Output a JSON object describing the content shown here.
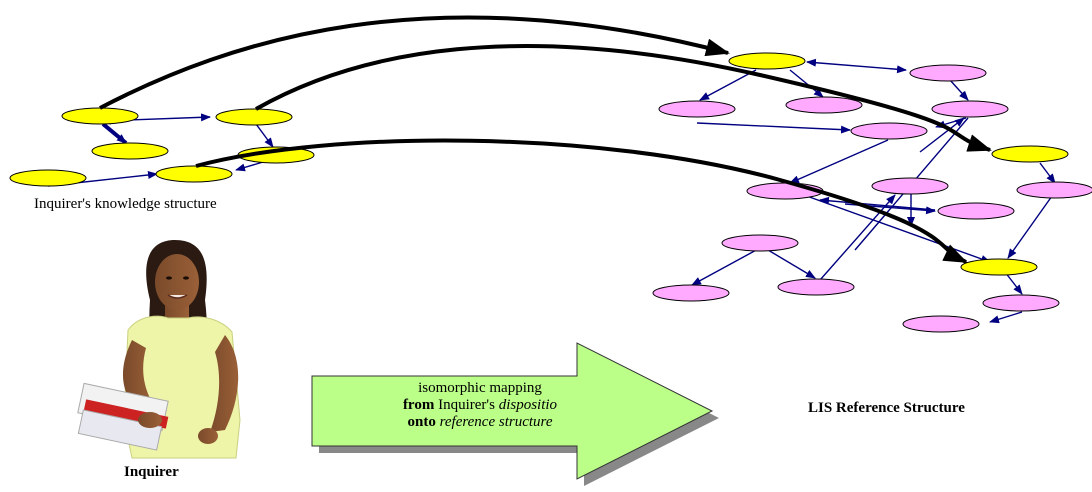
{
  "labels": {
    "knowledge_structure": "Inquirer's knowledge structure",
    "inquirer": "Inquirer",
    "reference_structure": "LIS Reference Structure"
  },
  "mapping_arrow": {
    "line1": "isomorphic mapping",
    "line2_bold": "from",
    "line2_rest": " Inquirer's ",
    "line2_italic": "dispositio",
    "line3_bold": "onto",
    "line3_italic": " reference structure"
  },
  "colors": {
    "mapped_node": "#ffff00",
    "reference_node": "#ffaaff",
    "edge": "#000080",
    "mapping_arrow_fill": "#bbff88",
    "mapping_curve": "#000000"
  },
  "figure": {
    "image": "student-holding-books"
  }
}
